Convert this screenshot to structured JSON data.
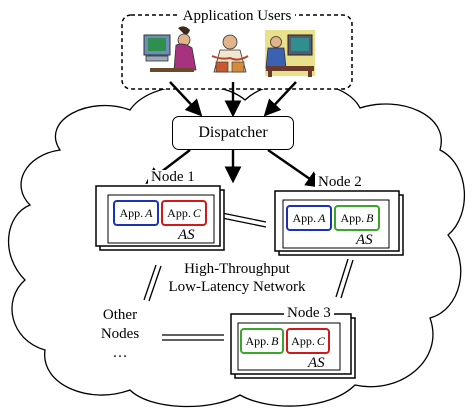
{
  "users": {
    "title": "Application Users",
    "icons": [
      "computer-user-icon",
      "medical-user-icon",
      "desktop-user-icon"
    ]
  },
  "dispatcher": {
    "label": "Dispatcher"
  },
  "nodes": [
    {
      "title": "Node 1",
      "as_label": "AS",
      "apps": [
        {
          "prefix": "App.",
          "letter": "A",
          "color": "#1a33b5"
        },
        {
          "prefix": "App.",
          "letter": "C",
          "color": "#d01919"
        }
      ]
    },
    {
      "title": "Node 2",
      "as_label": "AS",
      "apps": [
        {
          "prefix": "App.",
          "letter": "A",
          "color": "#1a33b5"
        },
        {
          "prefix": "App.",
          "letter": "B",
          "color": "#3aa62a"
        }
      ]
    },
    {
      "title": "Node 3",
      "as_label": "AS",
      "apps": [
        {
          "prefix": "App.",
          "letter": "B",
          "color": "#3aa62a"
        },
        {
          "prefix": "App.",
          "letter": "C",
          "color": "#d01919"
        }
      ]
    }
  ],
  "network": {
    "line1": "High-Throughput",
    "line2": "Low-Latency Network"
  },
  "other_nodes": {
    "line1": "Other",
    "line2": "Nodes",
    "line3": "…"
  }
}
